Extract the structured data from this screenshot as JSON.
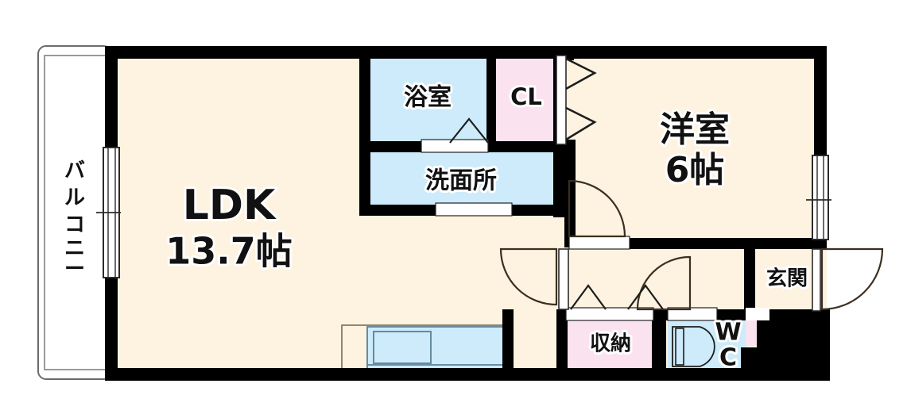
{
  "plan": {
    "title": "間取り図",
    "colors": {
      "floor": "#FDF3E0",
      "water": "#CDEBFA",
      "closet": "#FBE2EF",
      "wall": "#000000",
      "outline": "#333333",
      "background": "#FFFFFF",
      "door_line": "#3a2f20"
    },
    "rooms": [
      {
        "key": "ldk",
        "name": "LDK",
        "area": "13.7帖",
        "fill": "floor"
      },
      {
        "key": "yoshitsu",
        "name": "洋室",
        "area": "6帖",
        "fill": "floor"
      },
      {
        "key": "yokushitsu",
        "name": "浴室",
        "area": "",
        "fill": "water"
      },
      {
        "key": "senmenjo",
        "name": "洗面所",
        "area": "",
        "fill": "water"
      },
      {
        "key": "cl",
        "name": "CL",
        "area": "",
        "fill": "closet"
      },
      {
        "key": "shuno",
        "name": "収納",
        "area": "",
        "fill": "closet"
      },
      {
        "key": "wc",
        "name": "WC",
        "area": "",
        "fill": "water"
      },
      {
        "key": "genkan",
        "name": "玄関",
        "area": "",
        "fill": "floor"
      },
      {
        "key": "balcony",
        "name": "バルコニー",
        "area": "",
        "fill": "background"
      }
    ],
    "labels": {
      "ldk": "LDK",
      "ldk_area": "13.7帖",
      "yoshitsu": "洋室",
      "yoshitsu_area": "6帖",
      "yokushitsu": "浴室",
      "senmenjo": "洗面所",
      "cl": "CL",
      "shuno": "収納",
      "wc_top": "W",
      "wc_bottom": "C",
      "genkan": "玄関",
      "balcony_chars": [
        "バ",
        "ル",
        "コ",
        "ニ",
        "ー"
      ]
    },
    "fixtures": [
      {
        "name": "kitchen-counter",
        "type": "counter"
      },
      {
        "name": "kitchen-sink",
        "type": "sink"
      },
      {
        "name": "toilet-bowl",
        "type": "toilet"
      },
      {
        "name": "entry-door",
        "type": "swing-door"
      },
      {
        "name": "bedroom-door",
        "type": "swing-door"
      },
      {
        "name": "hall-door",
        "type": "swing-door"
      },
      {
        "name": "genkan-door",
        "type": "swing-door"
      },
      {
        "name": "closet-folding-door",
        "type": "folding"
      },
      {
        "name": "balcony-window",
        "type": "sliding-window"
      },
      {
        "name": "bedroom-window",
        "type": "sliding-window"
      }
    ]
  }
}
